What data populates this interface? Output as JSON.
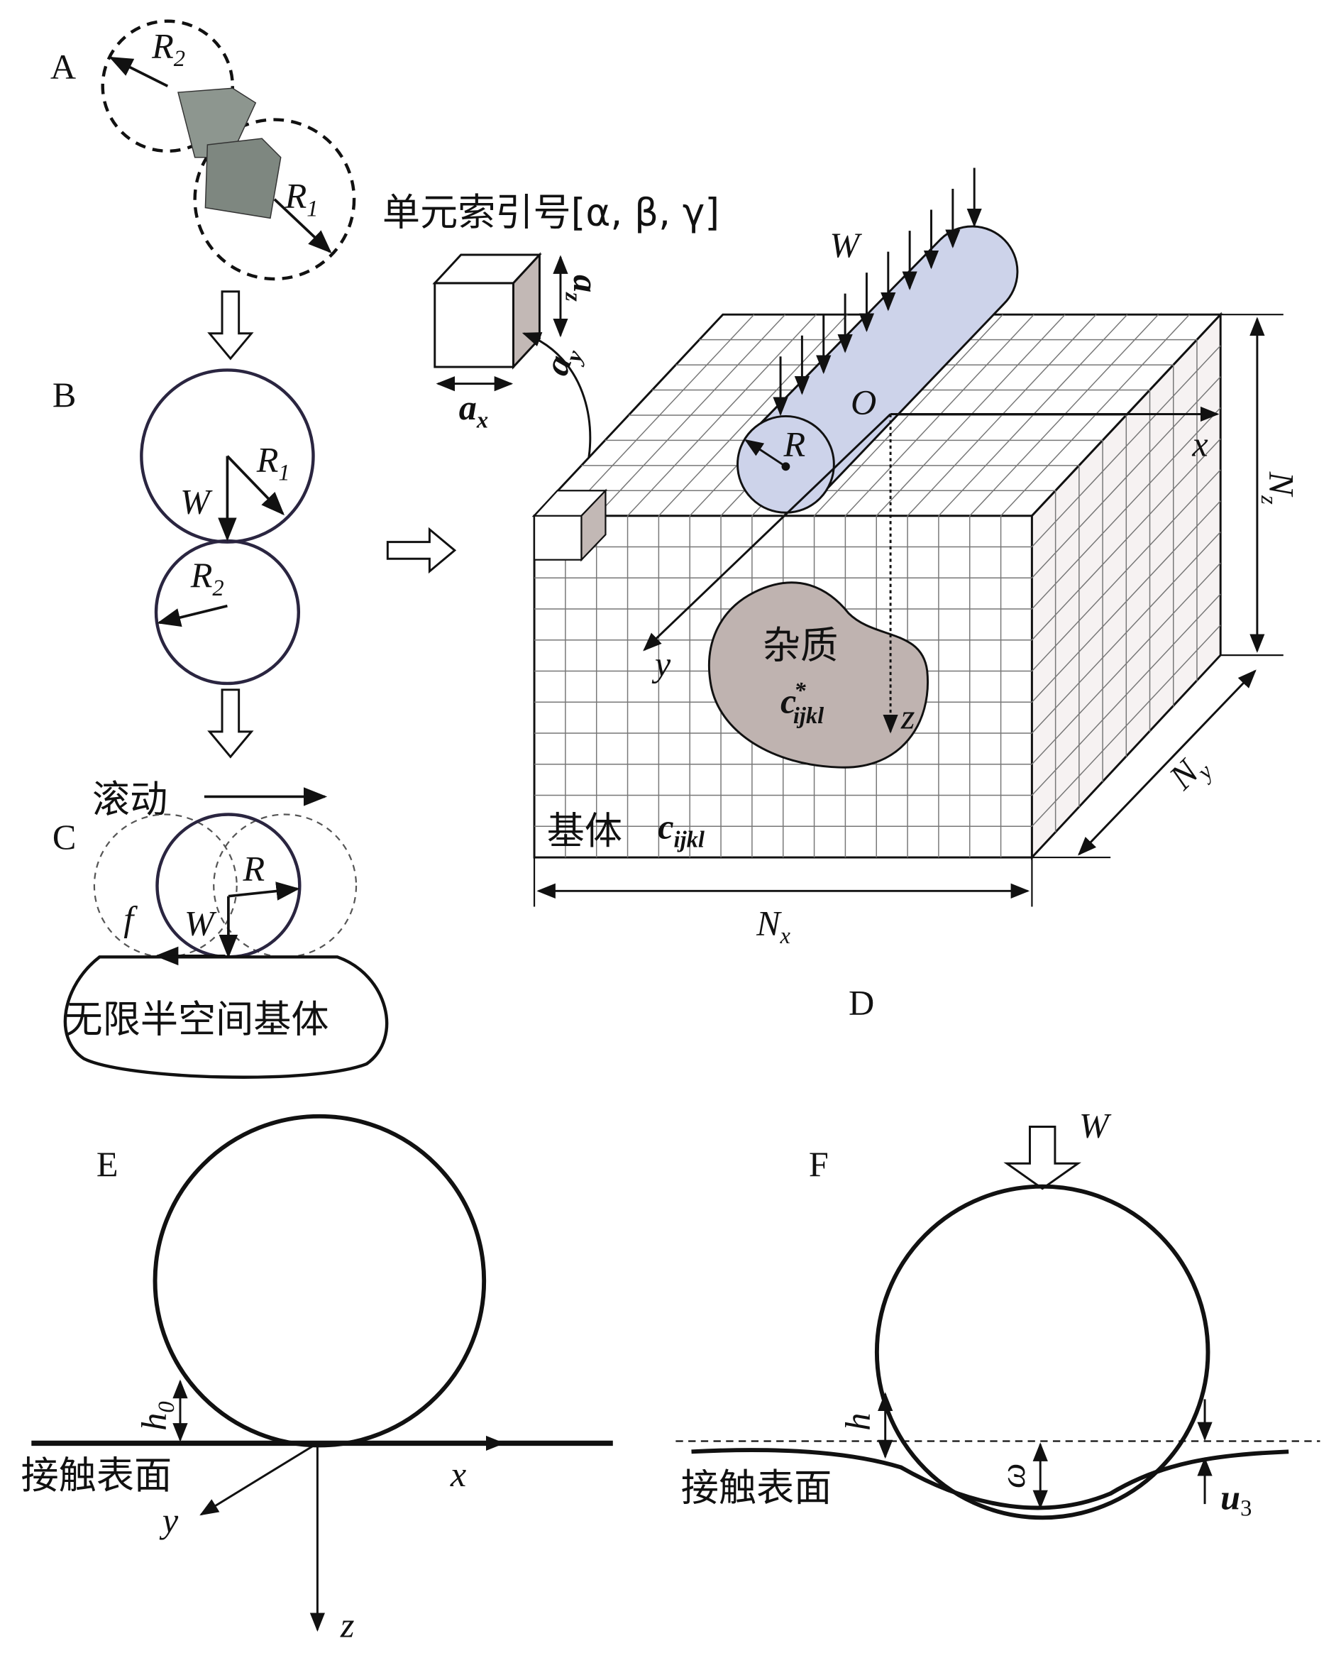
{
  "panels": {
    "A": "A",
    "B": "B",
    "C": "C",
    "D": "D",
    "E": "E",
    "F": "F"
  },
  "panel_a": {
    "r2": "R",
    "r2_sub": "2",
    "r1": "R",
    "r1_sub": "1"
  },
  "panel_b": {
    "r1": "R",
    "r1_sub": "1",
    "w": "W",
    "r2": "R",
    "r2_sub": "2"
  },
  "panel_c": {
    "rolling": "滚动",
    "r": "R",
    "f": "f",
    "w": "W",
    "substrate": "无限半空间基体"
  },
  "cell": {
    "index_label": "单元索引号[α, β, γ]",
    "az": "a",
    "az_sub": "z",
    "ay": "a",
    "ay_sub": "y",
    "ax": "a",
    "ax_sub": "x"
  },
  "panel_d": {
    "w": "W",
    "o": "O",
    "r": "R",
    "x": "x",
    "y": "y",
    "z": "z",
    "nz": "N",
    "nz_sub": "z",
    "ny": "N",
    "ny_sub": "y",
    "nx": "N",
    "nx_sub": "x",
    "inclusion": "杂质",
    "inclusion_c": "c",
    "inclusion_c_sup": "*",
    "inclusion_c_sub": "ijkl",
    "matrix": "基体",
    "matrix_c": "c",
    "matrix_c_sub": "ijkl"
  },
  "panel_e": {
    "h0": "h",
    "h0_sub": "0",
    "surface": "接触表面",
    "x": "x",
    "y": "y",
    "z": "z"
  },
  "panel_f": {
    "w": "W",
    "h": "h",
    "omega": "ω",
    "surface": "接触表面",
    "u3": "u",
    "u3_sub": "3"
  },
  "colors": {
    "cylinder": "#cdd3ea",
    "inclusion": "#bfb3b0",
    "cell_face": "#c2b8b5",
    "roller": "#8d968f"
  }
}
